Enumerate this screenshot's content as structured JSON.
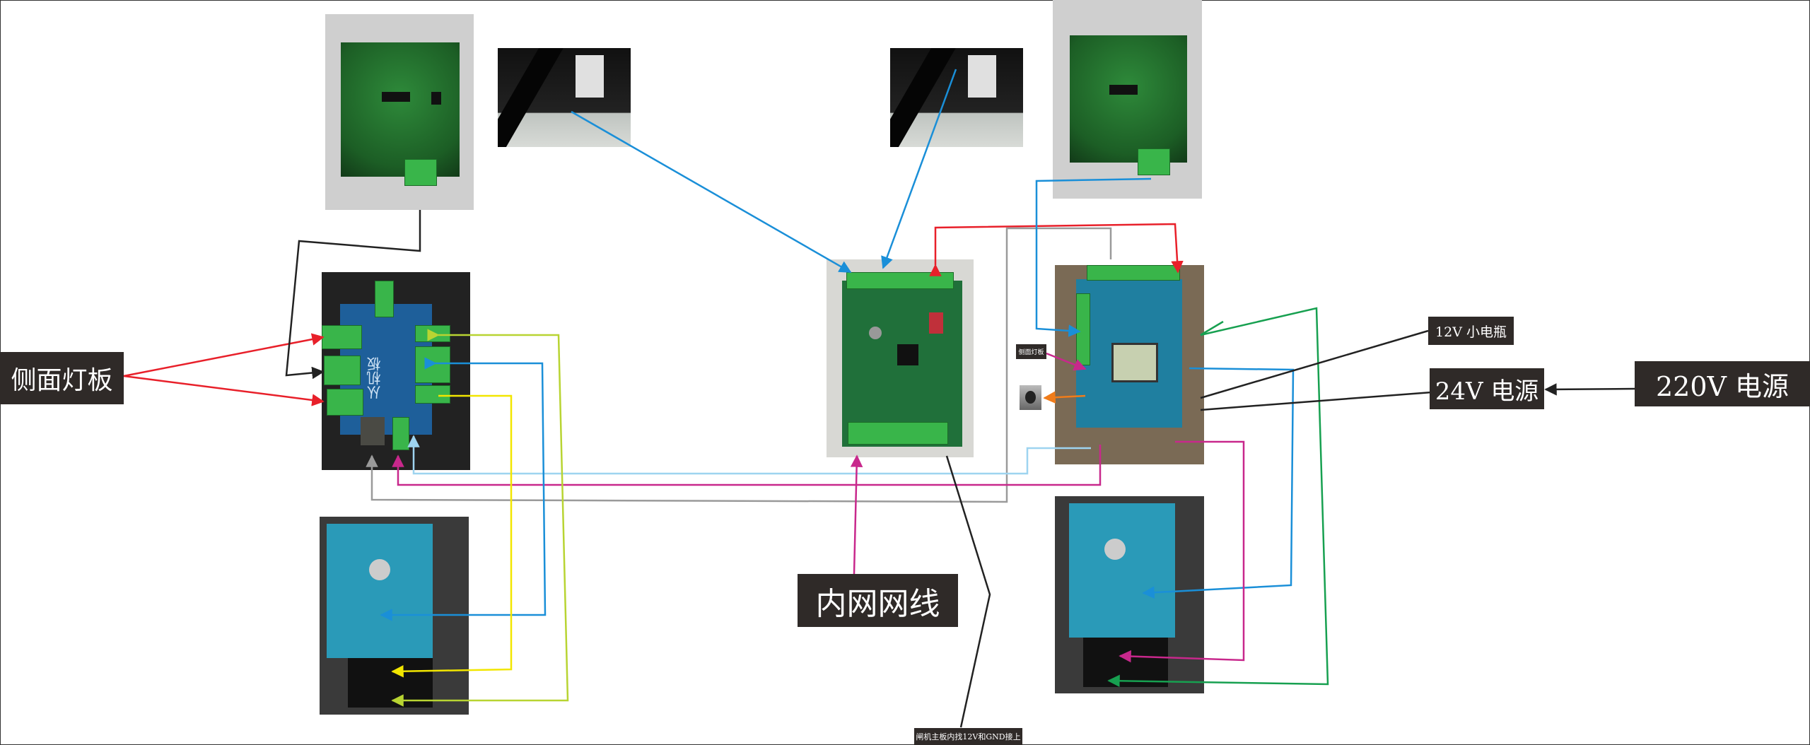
{
  "labels": {
    "side_light_board": "侧面灯板",
    "side_light_board_small": "侧面灯板",
    "intranet_cable": "内网网线",
    "battery_12v": "12V 小电瓶",
    "power_24v": "24V 电源",
    "power_220v": "220V 电源",
    "main_board_note": "闸机主板内找12V和GND接上"
  },
  "board_text": {
    "slave_board": "从机板"
  },
  "colors": {
    "label_bg": "#2f2a28",
    "red": "#e8202a",
    "blue": "#1a8fd8",
    "light_blue": "#9ed4f0",
    "magenta": "#c8288c",
    "yellow": "#f2e600",
    "yellow_green": "#b8d432",
    "green": "#17a050",
    "gray": "#9a9a9a",
    "orange": "#f07c1a",
    "black": "#222222"
  }
}
